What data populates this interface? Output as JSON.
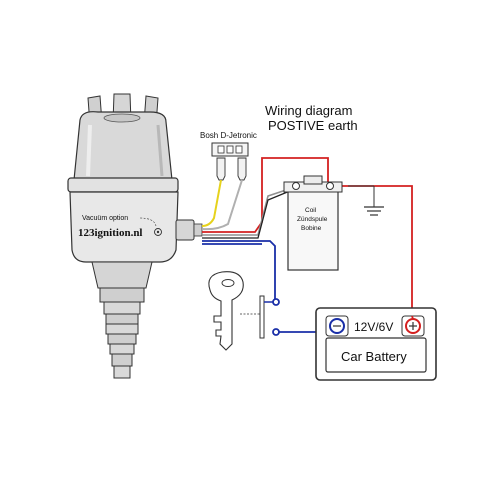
{
  "title_line1": "Wiring diagram",
  "title_line2": "POSTIVE earth",
  "connector_label": "Bosh D-Jetronic",
  "coil": {
    "line1": "Coil",
    "line2": "Zündspule",
    "line3": "Bobine"
  },
  "distributor": {
    "vacuum_label": "Vacuüm option",
    "brand": "123ignition.nl"
  },
  "battery": {
    "voltage": "12V/6V",
    "label": "Car Battery"
  },
  "colors": {
    "positive_wire": "#d42020",
    "ground_wire": "#1a2fa8",
    "signal_wire_yellow": "#e6d21c",
    "outline": "#333333",
    "body_fill": "#d8d8d8"
  }
}
